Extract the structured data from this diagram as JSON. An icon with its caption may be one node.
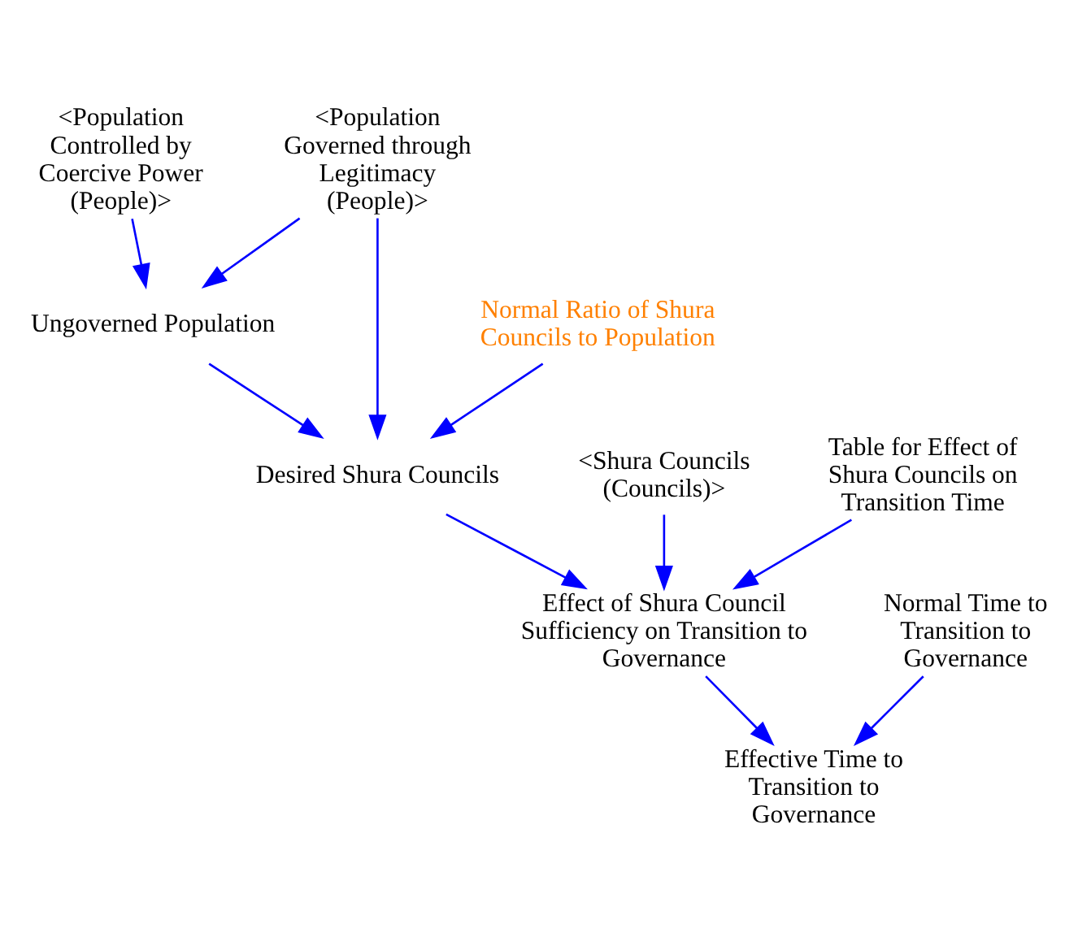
{
  "diagram": {
    "nodes": [
      {
        "text": [
          "<Population Controlled by Coercive Power (People)>"
        ]
      },
      {
        "text": [
          "<Population Governed through Legitimacy (People)>"
        ]
      },
      {
        "text": [
          "Ungoverned Population"
        ]
      },
      {
        "text": [
          "Normal Ratio of Shura Councils to Population"
        ]
      },
      {
        "text": [
          "Desired Shura Councils"
        ]
      },
      {
        "text": [
          "<Shura Councils (Councils)>"
        ]
      },
      {
        "text": [
          "Table for Effect of Shura Councils on Transition Time"
        ]
      },
      {
        "text": [
          "Effect of Shura Council Sufficiency on Transition to Governance"
        ]
      },
      {
        "text": [
          "Normal Time to Transition to Governance"
        ]
      },
      {
        "text": [
          "Effective Time to Transition to Governance"
        ]
      }
    ],
    "edges": [
      {
        "from": 0,
        "to": 2,
        "arrow": "to"
      },
      {
        "from": 1,
        "to": 2,
        "arrow": "to"
      },
      {
        "from": 2,
        "to": 4,
        "arrow": "to"
      },
      {
        "from": 1,
        "to": 4,
        "arrow": "to"
      },
      {
        "from": 3,
        "to": 4,
        "arrow": "to"
      },
      {
        "from": 4,
        "to": 7,
        "arrow": "to"
      },
      {
        "from": 5,
        "to": 7,
        "arrow": "to"
      },
      {
        "from": 6,
        "to": 7,
        "arrow": "to"
      },
      {
        "from": 7,
        "to": 9,
        "arrow": "to"
      },
      {
        "from": 8,
        "to": 9,
        "arrow": "to"
      }
    ]
  }
}
